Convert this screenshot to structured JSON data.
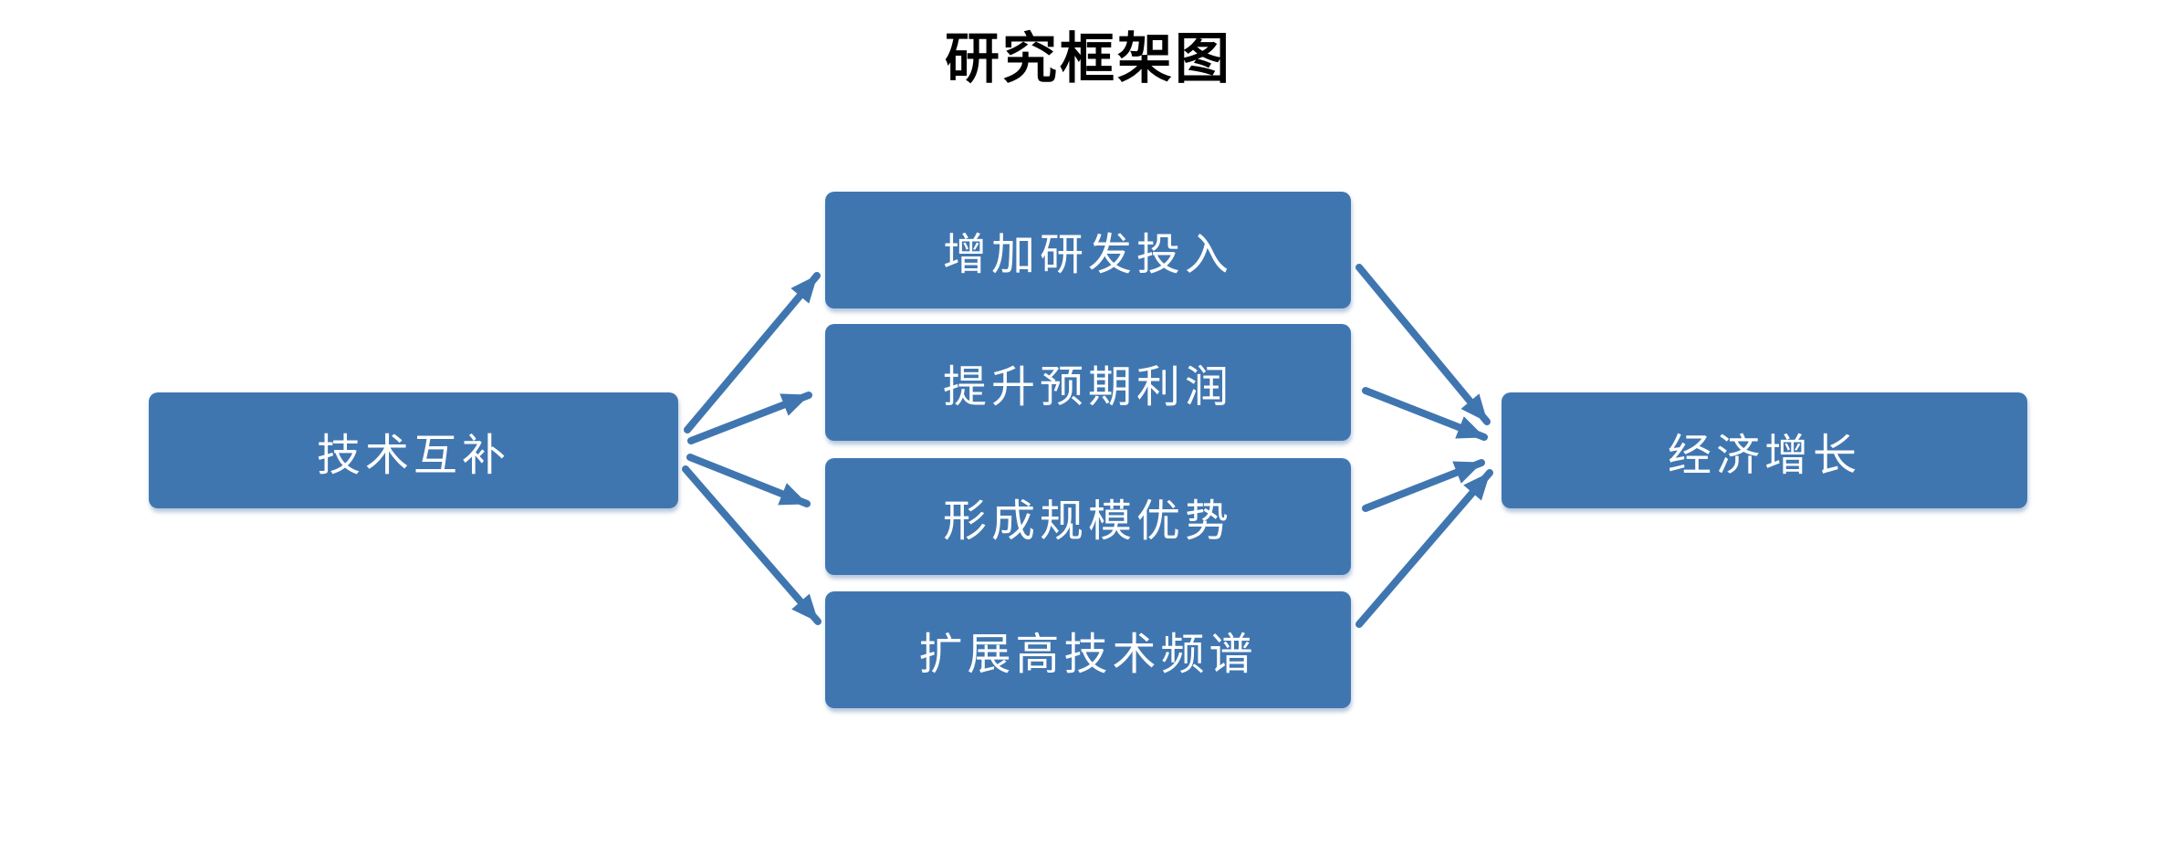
{
  "title": "研究框架图",
  "diagram": {
    "source": {
      "label": "技术互补"
    },
    "mediators": [
      {
        "label": "增加研发投入"
      },
      {
        "label": "提升预期利润"
      },
      {
        "label": "形成规模优势"
      },
      {
        "label": "扩展高技术频谱"
      }
    ],
    "outcome": {
      "label": "经济增长"
    },
    "edges": [
      {
        "from": "技术互补",
        "to": "增加研发投入"
      },
      {
        "from": "技术互补",
        "to": "提升预期利润"
      },
      {
        "from": "技术互补",
        "to": "形成规模优势"
      },
      {
        "from": "技术互补",
        "to": "扩展高技术频谱"
      },
      {
        "from": "增加研发投入",
        "to": "经济增长"
      },
      {
        "from": "提升预期利润",
        "to": "经济增长"
      },
      {
        "from": "形成规模优势",
        "to": "经济增长"
      },
      {
        "from": "扩展高技术频谱",
        "to": "经济增长"
      }
    ],
    "colors": {
      "node_fill": "#4076B0",
      "node_text": "#FFFFFF",
      "arrow": "#4076B0",
      "title_text": "#000000",
      "background": "#FFFFFF"
    }
  }
}
